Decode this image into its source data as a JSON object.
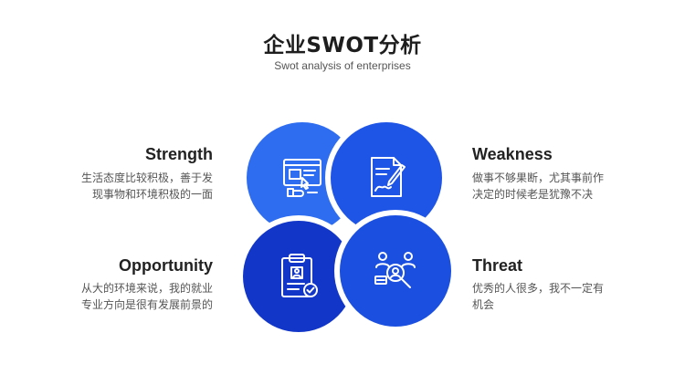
{
  "title": "企业SWOT分析",
  "subtitle": "Swot analysis of enterprises",
  "quadrants": {
    "strength": {
      "label": "Strength",
      "desc_line1": "生活态度比较积极，善于发",
      "desc_line2": "现事物和环境积极的一面",
      "icon": "computer-touch-icon",
      "color": "#2f6df0"
    },
    "weakness": {
      "label": "Weakness",
      "desc_line1": "做事不够果断，尤其事前作",
      "desc_line2": "决定的时候老是犹豫不决",
      "icon": "document-pen-icon",
      "color": "#1f55e6"
    },
    "opportunity": {
      "label": "Opportunity",
      "desc_line1": "从大的环境来说，我的就业",
      "desc_line2": "专业方向是很有发展前景的",
      "icon": "clipboard-check-icon",
      "color": "#1237c8"
    },
    "threat": {
      "label": "Threat",
      "desc_line1": "优秀的人很多，我不一定有",
      "desc_line2": "机会",
      "icon": "people-search-icon",
      "color": "#1a4fe0"
    }
  }
}
